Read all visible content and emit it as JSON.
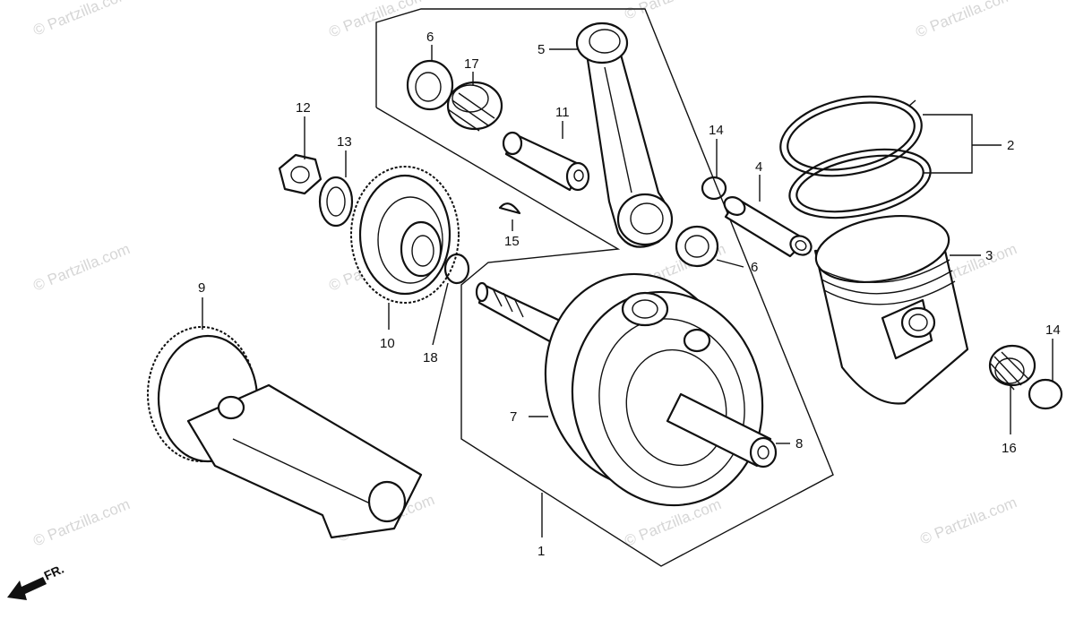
{
  "watermark": "© Partzilla.com",
  "watermark_color": "#d6d6d6",
  "line_color": "#111111",
  "direction_label": "FR.",
  "callouts": [
    "1",
    "2",
    "3",
    "4",
    "5",
    "6",
    "6",
    "7",
    "8",
    "9",
    "10",
    "11",
    "12",
    "13",
    "14",
    "14",
    "15",
    "16",
    "17",
    "18"
  ],
  "parts": {
    "crankshaft": "crankshaft-assembly",
    "con_rod": "connecting-rod",
    "piston": "piston",
    "rings": "piston-ring-set",
    "pin": "piston-pin",
    "balancer": "balancer-shaft",
    "gear": "primary-drive-gear"
  }
}
